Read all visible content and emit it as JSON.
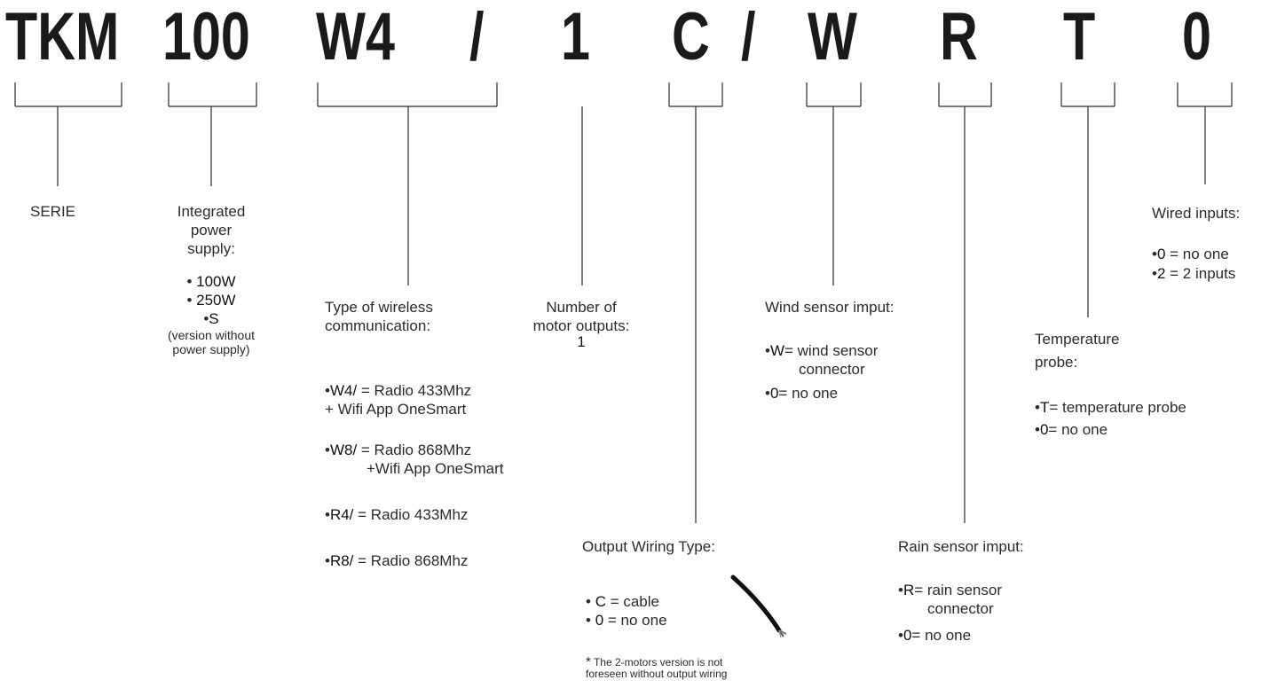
{
  "code": {
    "serie": "TKM",
    "power": "100",
    "wireless": "W4",
    "slash1": "/",
    "motors": "1",
    "wiring": "C",
    "slash2": "/",
    "wind": "W",
    "rain": "R",
    "temp": "T",
    "wired": "0"
  },
  "serie": {
    "title": "SERIE"
  },
  "power": {
    "title": [
      "Integrated",
      "power",
      "supply:"
    ],
    "opt1": "100W",
    "opt2": "250W",
    "opt3": "S",
    "opt3_note": [
      "(version without",
      "power supply)"
    ]
  },
  "wireless": {
    "title": [
      "Type of wireless",
      "communication:"
    ],
    "w4_code": "W4/",
    "w4_text": " = Radio 433Mhz",
    "w4_text2": "+ Wifi App OneSmart",
    "w8_code": "W8/",
    "w8_text": " = Radio 868Mhz",
    "w8_text2": "+Wifi App OneSmart",
    "r4_code": "R4/",
    "r4_text": " = Radio 433Mhz",
    "r8_code": "R8/",
    "r8_text": " = Radio 868Mhz"
  },
  "motors": {
    "title": [
      "Number of",
      "motor outputs:"
    ],
    "value": "1"
  },
  "wiring": {
    "title": "Output Wiring Type:",
    "c_code": "C",
    "c_text": " = cable",
    "zero_code": "0",
    "zero_text": " = no one",
    "note_mark": "*",
    "note": [
      " The 2-motors version is not",
      "foreseen without output wiring"
    ]
  },
  "wind": {
    "title": "Wind sensor imput:",
    "w_code": "W",
    "w_text": "= wind sensor",
    "w_text2": "connector",
    "zero_code": "0",
    "zero_text": "= no one"
  },
  "rain": {
    "title": "Rain sensor imput:",
    "r_code": "R",
    "r_text": "= rain sensor",
    "r_text2": "connector",
    "zero_code": "0",
    "zero_text": "= no one"
  },
  "temp": {
    "title": [
      "Temperature",
      "probe:"
    ],
    "t_code": "T",
    "t_text": "= temperature probe",
    "zero_code": "0",
    "zero_text": "= no one"
  },
  "wired": {
    "title": "Wired inputs:",
    "zero_code": "0",
    "zero_text": " = no one",
    "two_code": "2",
    "two_text": " = 2 inputs"
  }
}
